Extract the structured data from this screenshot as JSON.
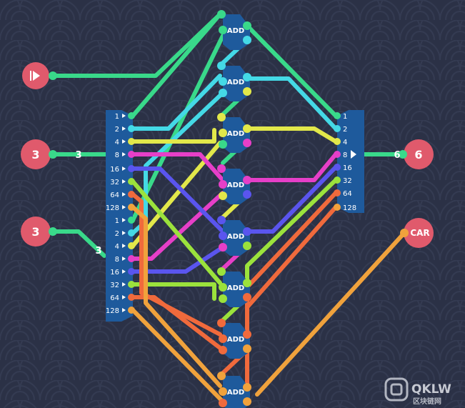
{
  "inputs": {
    "run": {
      "icon": "play-icon"
    },
    "input_a": {
      "label": "3",
      "wire_value": "3"
    },
    "input_b": {
      "label": "3",
      "wire_value": "3"
    }
  },
  "splitter": {
    "bits_a": [
      "1",
      "2",
      "4",
      "8",
      "16",
      "32",
      "64",
      "128"
    ],
    "bits_b": [
      "1",
      "2",
      "4",
      "8",
      "16",
      "32",
      "64",
      "128"
    ]
  },
  "adders": [
    "ADD",
    "ADD",
    "ADD",
    "ADD",
    "ADD",
    "ADD",
    "ADD",
    "ADD"
  ],
  "joiner": {
    "bits": [
      "1",
      "2",
      "4",
      "8",
      "16",
      "32",
      "64",
      "128"
    ]
  },
  "outputs": {
    "result": {
      "label": "6",
      "wire_value": "6"
    },
    "carry": {
      "label": "CAR"
    }
  },
  "watermark": {
    "line1": "QKLW",
    "line2": "区块链网"
  },
  "colors": {
    "background": "#2b3146",
    "io_node": "#e05a6c",
    "module": "#1e5a9c",
    "bit0": "#39d98a",
    "bit1": "#44d9e6",
    "bit2": "#e2e84a",
    "bit3": "#e63fc8",
    "bit4": "#5a55ee",
    "bit5": "#9be23c",
    "bit6": "#f06a3c",
    "bit7": "#f0a23c"
  }
}
